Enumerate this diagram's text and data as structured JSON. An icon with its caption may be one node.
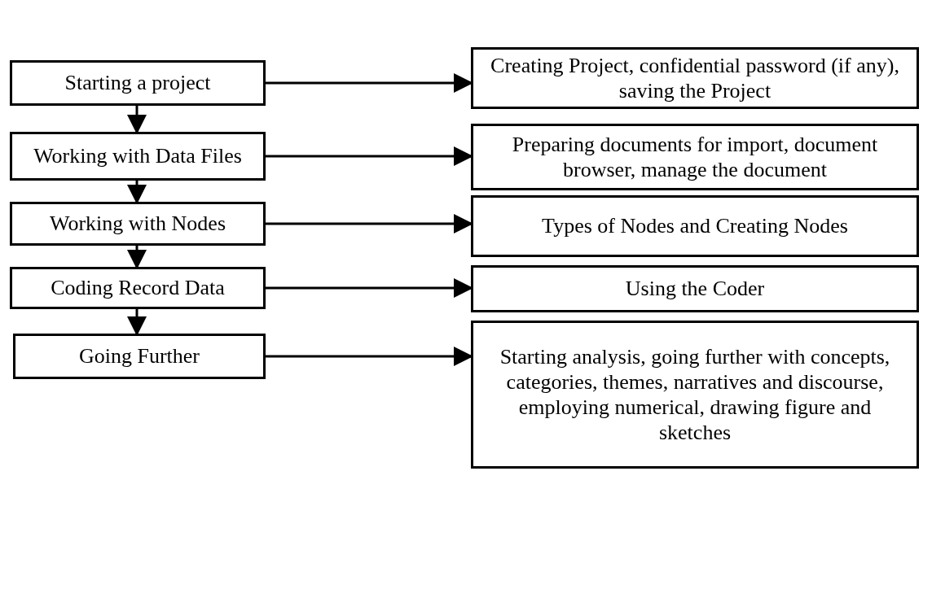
{
  "diagram": {
    "nodes": [
      {
        "text": [
          "Starting a project"
        ]
      },
      {
        "text": [
          "Creating Project, confidential password (if any), saving the Project"
        ]
      },
      {
        "text": [
          "Working with Data Files"
        ]
      },
      {
        "text": [
          "Preparing documents for import, document browser, manage the document"
        ]
      },
      {
        "text": [
          "Working with Nodes"
        ]
      },
      {
        "text": [
          "Types of Nodes and Creating Nodes"
        ]
      },
      {
        "text": [
          "Coding Record Data"
        ]
      },
      {
        "text": [
          "Using the Coder"
        ]
      },
      {
        "text": [
          "Going Further"
        ]
      },
      {
        "text": [
          "Starting analysis, going further with concepts, categories, themes, narratives and discourse, employing numerical, drawing figure and sketches"
        ]
      }
    ],
    "edges": [
      {
        "from": 0,
        "to": 1,
        "arrow": "to"
      },
      {
        "from": 0,
        "to": 2,
        "arrow": "to"
      },
      {
        "from": 2,
        "to": 3,
        "arrow": "to"
      },
      {
        "from": 2,
        "to": 4,
        "arrow": "to"
      },
      {
        "from": 4,
        "to": 5,
        "arrow": "to"
      },
      {
        "from": 4,
        "to": 6,
        "arrow": "to"
      },
      {
        "from": 6,
        "to": 7,
        "arrow": "to"
      },
      {
        "from": 6,
        "to": 8,
        "arrow": "to"
      },
      {
        "from": 8,
        "to": 9,
        "arrow": "to"
      }
    ]
  }
}
